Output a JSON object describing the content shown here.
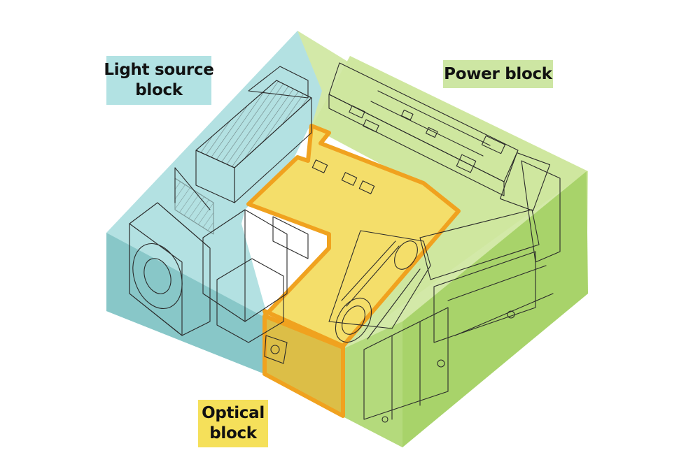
{
  "blocks": {
    "light_source": {
      "line1": "Light source",
      "line2": "block",
      "color": "#8fd0d2",
      "label_bg": "#b2e2e3"
    },
    "power": {
      "text": "Power block",
      "color": "#a9d46a",
      "label_bg": "#cde6a3"
    },
    "optical": {
      "line1": "Optical",
      "line2": "block",
      "color": "#f3d24a",
      "outline": "#f0a21f",
      "label_bg": "#f5e05a"
    }
  }
}
